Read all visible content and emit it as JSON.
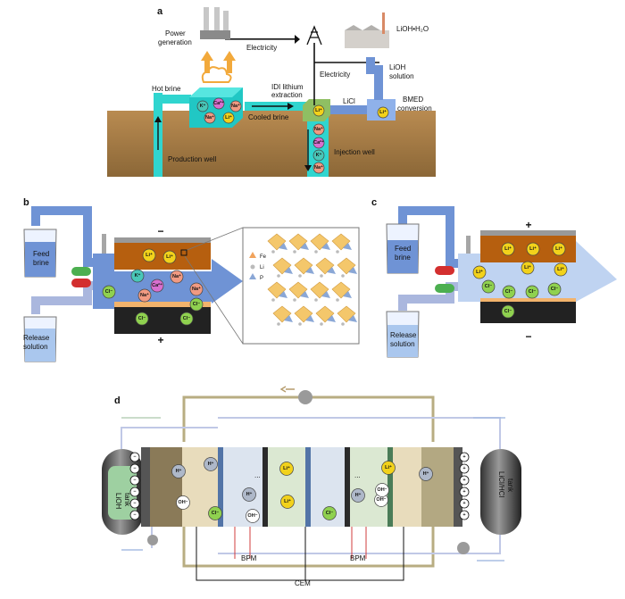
{
  "panels": {
    "a": {
      "letter": "a",
      "power_generation": [
        "Power",
        "generation"
      ],
      "electricity_1": "Electricity",
      "electricity_2": "Electricity",
      "lioh_h2o": "LiOH•H₂O",
      "lioh_solution": [
        "LiOH",
        "solution"
      ],
      "hot_brine": "Hot brine",
      "idi": [
        "IDI lithium",
        "extraction"
      ],
      "licl": "LiCl",
      "bmed": [
        "BMED",
        "conversion"
      ],
      "cooled_brine": "Cooled brine",
      "production_well": "Production well",
      "injection_well": "Injection well",
      "brine_ions": [
        "K⁺",
        "Ca²⁺",
        "Na⁺",
        "Na⁺",
        "Li⁺"
      ],
      "injection_ions": [
        "Na⁺",
        "Ca²⁺",
        "K⁺",
        "Na⁺"
      ],
      "extracted_ion": "Li⁺",
      "bmed_ion": "Li⁺"
    },
    "b": {
      "letter": "b",
      "feed": [
        "Feed",
        "brine"
      ],
      "release": [
        "Release",
        "solution"
      ],
      "minus": "−",
      "plus": "+",
      "top_ions": [
        "Li⁺",
        "Li⁺"
      ],
      "channel_ions": [
        "K⁺",
        "Ca²⁺",
        "Na⁺",
        "Na⁺",
        "Na⁺",
        "Cl⁻",
        "Cl⁻"
      ],
      "bottom_ions": [
        "Cl⁻",
        "Cl⁻"
      ],
      "legend": [
        "Fe",
        "Li",
        "P"
      ]
    },
    "c": {
      "letter": "c",
      "feed": [
        "Feed",
        "brine"
      ],
      "release": [
        "Release",
        "solution"
      ],
      "plus": "+",
      "minus": "−",
      "top_ions": [
        "Li⁺",
        "Li⁺",
        "Li⁺"
      ],
      "channel_ions": [
        "Li⁺",
        "Li⁺",
        "Li⁺",
        "Cl⁻",
        "Cl⁻",
        "Cl⁻",
        "Cl⁻"
      ],
      "bottom_ions": [
        "Cl⁻"
      ]
    },
    "d": {
      "letter": "d",
      "lioh_tank": [
        "LiOH",
        "tank"
      ],
      "licl_tank": [
        "LiCl/HCl",
        "tank"
      ],
      "bpm_1": "BPM",
      "bpm_2": "BPM",
      "cem": "CEM",
      "ellipsis": "...",
      "ions": [
        "H⁺",
        "OH⁻",
        "H⁺",
        "Cl⁻",
        "H⁺",
        "OH⁻",
        "Li⁺",
        "Li⁺",
        "Cl⁻",
        "H⁺",
        "OH⁻",
        "Li⁺",
        "OH⁻",
        "H⁺"
      ],
      "left_signs": [
        "−",
        "−",
        "−",
        "−",
        "−",
        "−"
      ],
      "right_signs": [
        "+",
        "+",
        "+",
        "+",
        "+",
        "+"
      ]
    }
  },
  "colors": {
    "li": "#f2d21b",
    "na": "#f19a82",
    "k": "#49c7b8",
    "ca": "#d86fcf",
    "cl": "#8fd14f",
    "h": "#aeb8c9",
    "oh": "#ffffff",
    "brine": "#30d5cf",
    "ground": "#a77d45",
    "pipe": "#6f93d5",
    "electrode": "#b65f0f"
  }
}
